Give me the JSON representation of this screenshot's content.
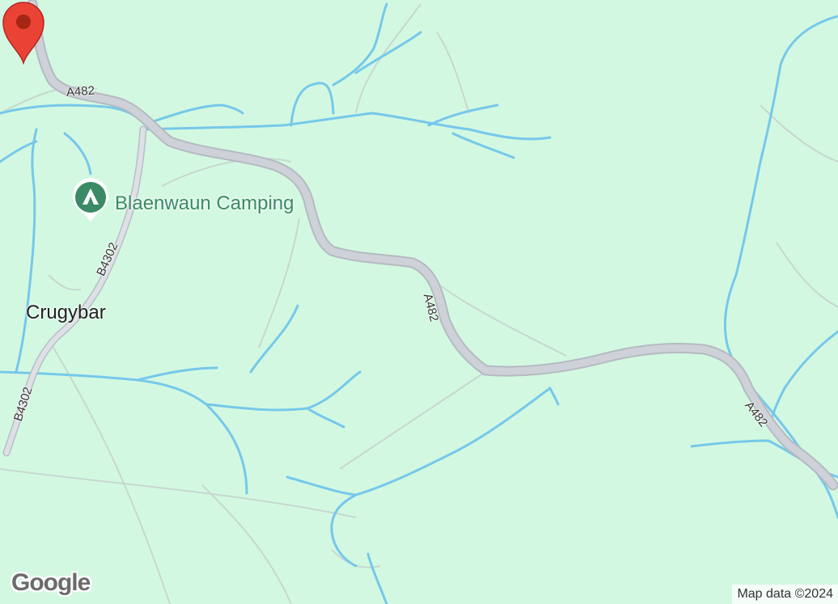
{
  "map": {
    "places": {
      "town": "Crugybar"
    },
    "poi": {
      "name": "Blaenwaun Camping",
      "icon": "campground-icon"
    },
    "roads": {
      "a482_north": "A482",
      "a482_center": "A482",
      "a482_east": "A482",
      "b4302_north": "B4302",
      "b4302_south": "B4302"
    },
    "marker": {
      "icon": "map-pin-icon",
      "color": "#ea4335"
    },
    "branding": {
      "logo": "Google",
      "attribution": "Map data ©2024"
    },
    "colors": {
      "land": "#d3f8e2",
      "water": "#76c8ea",
      "road": "#c8ccd2",
      "poi": "#3a8a66"
    }
  }
}
